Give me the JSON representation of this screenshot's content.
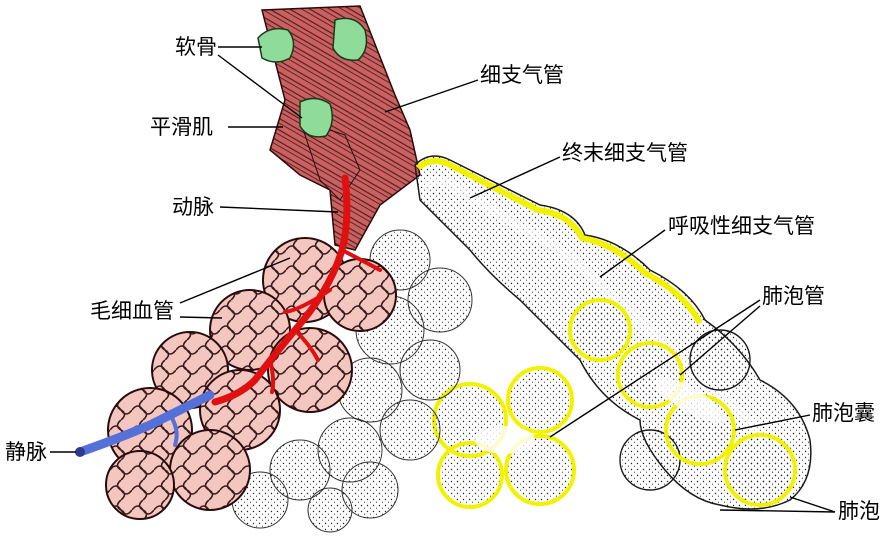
{
  "labels": {
    "cartilage": "软骨",
    "smooth_muscle": "平滑肌",
    "artery": "动脉",
    "capillary": "毛细血管",
    "vein": "静脉",
    "bronchiole": "细支气管",
    "terminal_bronchiole": "终末细支气管",
    "respiratory_bronchiole": "呼吸性细支气管",
    "alveolar_duct": "肺泡管",
    "alveolar_sac": "肺泡囊",
    "alveolus": "肺泡"
  },
  "colors": {
    "cartilage": "#8fdc9a",
    "muscle": "#c85a5a",
    "artery": "#e01010",
    "vein": "#5570d8",
    "capillary_fill": "#f3c7c0",
    "epithelium": "#f2f200",
    "stipple": "#1a1a1a"
  }
}
